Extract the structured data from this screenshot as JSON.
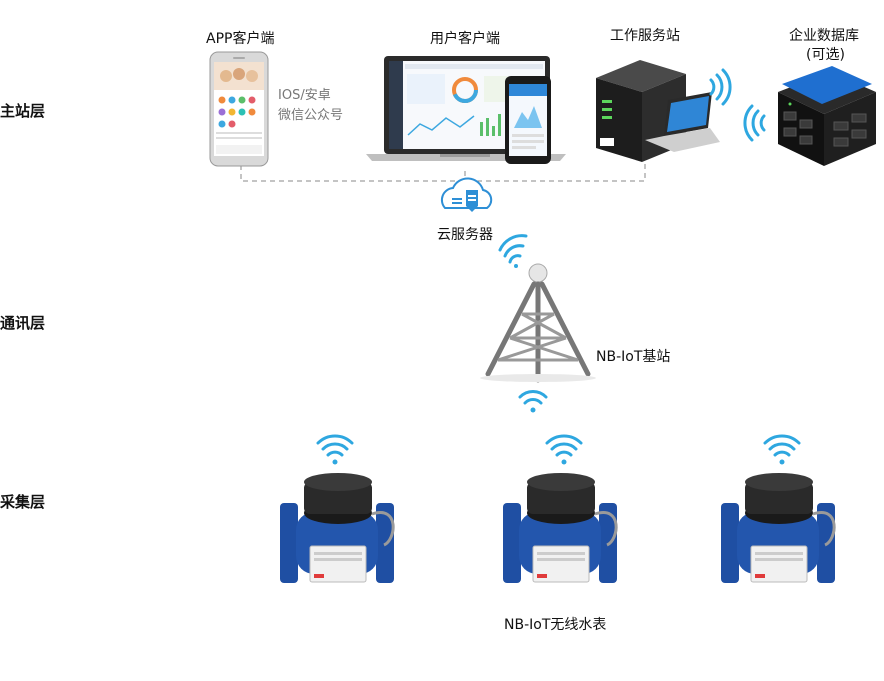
{
  "layers": {
    "master": "主站层",
    "comm": "通讯层",
    "collect": "采集层"
  },
  "nodes": {
    "app_client": "APP客户端",
    "app_line1": "IOS/安卓",
    "app_line2": "微信公众号",
    "user_client": "用户客户端",
    "work_station": "工作服务站",
    "enterprise_db_line1": "企业数据库",
    "enterprise_db_line2": "(可选)",
    "cloud_server": "云服务器",
    "base_station": "NB-IoT基站",
    "water_meter": "NB-IoT无线水表"
  },
  "colors": {
    "wifi": "#2ea7e0",
    "meter_blue": "#1f4fa3",
    "meter_dark": "#222222",
    "dashed_line": "#888888",
    "tower": "#777777"
  }
}
